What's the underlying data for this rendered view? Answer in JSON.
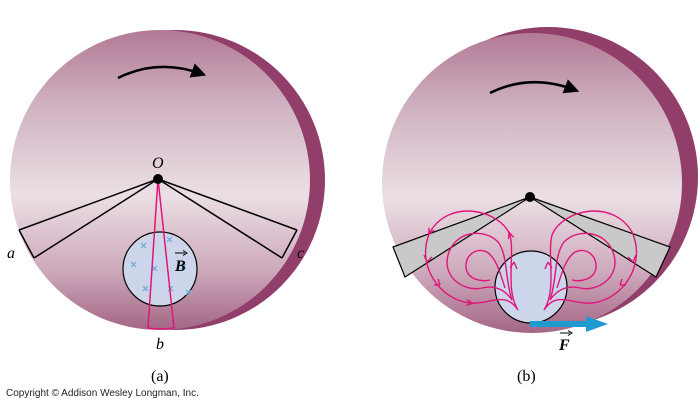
{
  "figure_a": {
    "caption": "(a)",
    "center_label": "O",
    "left_label": "a",
    "bottom_label": "b",
    "right_label": "c",
    "field_label": "B"
  },
  "figure_b": {
    "caption": "(b)",
    "force_label": "F"
  },
  "copyright": "Copyright © Addison Wesley Longman, Inc.",
  "colors": {
    "disk_light": "#eadde3",
    "disk_dark": "#a86d8a",
    "rim": "#923e6a",
    "field_lines": "#e0157a",
    "field_region": "#cdd5ea",
    "force_arrow": "#1f9bd0",
    "sector_fill": "#c9c9c9"
  }
}
